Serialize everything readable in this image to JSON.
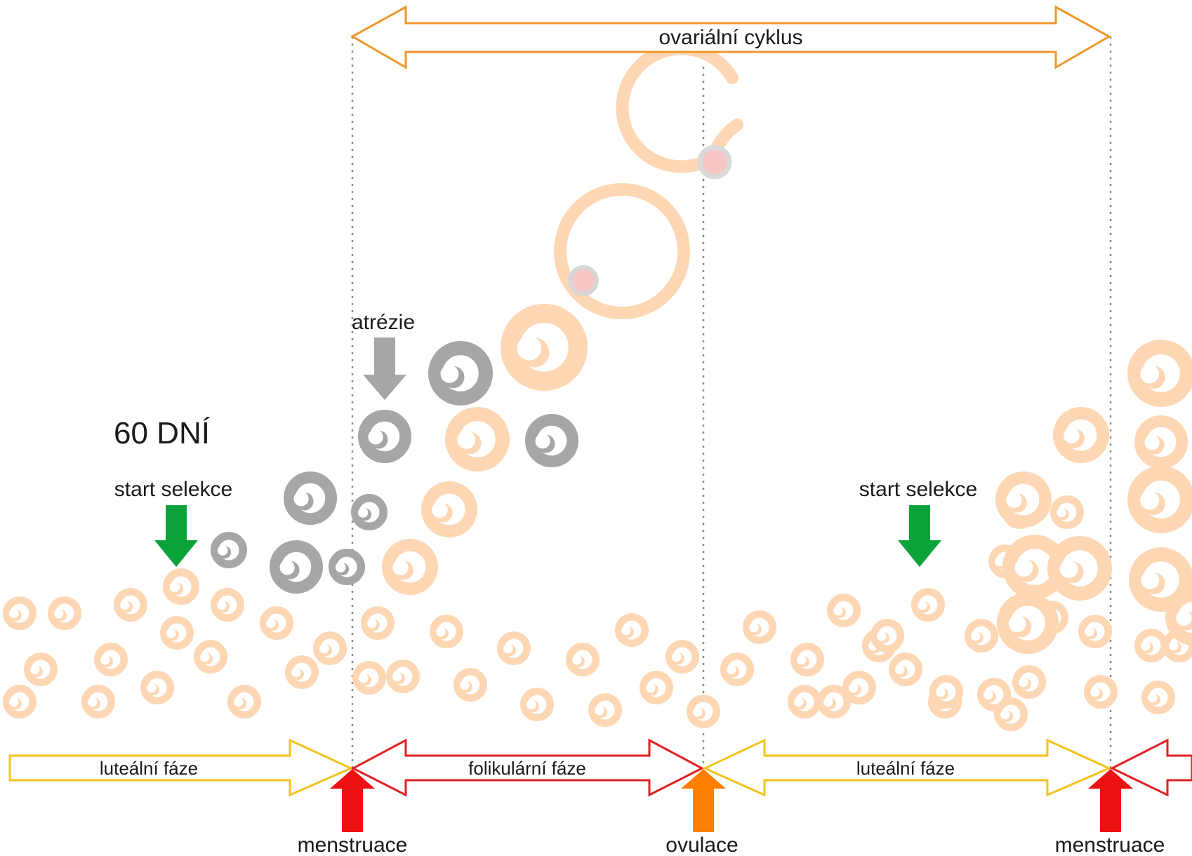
{
  "labels": {
    "cycle": "ovariální cyklus",
    "days": "60 DNÍ",
    "start_selection_left": "start selekce",
    "start_selection_right": "start selekce",
    "atresia": "atrézie",
    "luteal_left": "luteální fáze",
    "follicular": "folikulární fáze",
    "luteal_right": "luteální fáze",
    "menstruation_left": "menstruace",
    "ovulation": "ovulace",
    "menstruation_right": "menstruace"
  },
  "colors": {
    "follicle": "#fdd7b4",
    "atretic": "#a6a6a6",
    "cycle_arrow": "#f0962a",
    "luteal_arrow": "#f2c21b",
    "follicular_arrow": "#e02020",
    "menstruation": "#ee1111",
    "ovulation": "#ff8000",
    "selection": "#0aa33a",
    "atresia_arrow": "#a6a6a6",
    "oocyte": "#f7c6c6",
    "guide": "#8a8a8a"
  },
  "icons": {
    "follicle": "ring-with-oocyte-icon",
    "atretic_follicle": "gray-ring-icon",
    "oocyte": "oocyte-icon",
    "corpus_luteum": "open-ring-icon"
  }
}
